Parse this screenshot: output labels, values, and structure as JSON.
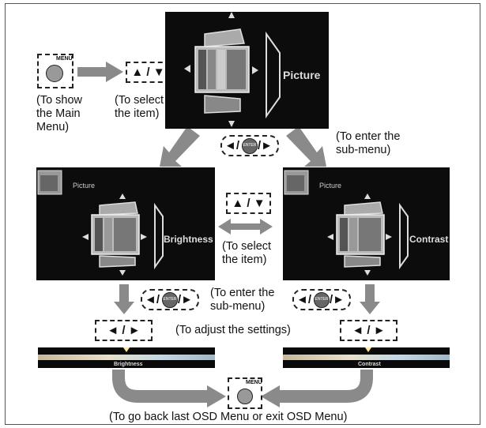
{
  "menu_button": {
    "label": "MENU"
  },
  "keys": {
    "up_down": "▲ / ▼",
    "left_right": "◄ / ►",
    "enter_label": "ENTER"
  },
  "captions": {
    "show_main_menu": "(To show\nthe Main\nMenu)",
    "select_item_top": "(To select\nthe item)",
    "enter_submenu_top": "(To enter the\nsub-menu)",
    "select_item_mid": "(To select\nthe item)",
    "enter_submenu_mid": "(To enter the\nsub-menu)",
    "adjust_settings": "(To adjust the settings)",
    "go_back": "(To go back last OSD Menu or exit OSD Menu)"
  },
  "screens": {
    "main": {
      "label": "Picture"
    },
    "left": {
      "corner_label": "Picture",
      "label": "Brightness"
    },
    "right": {
      "corner_label": "Picture",
      "label": "Contrast"
    }
  },
  "bars": {
    "left": {
      "label": "Brightness"
    },
    "right": {
      "label": "Contrast"
    }
  }
}
